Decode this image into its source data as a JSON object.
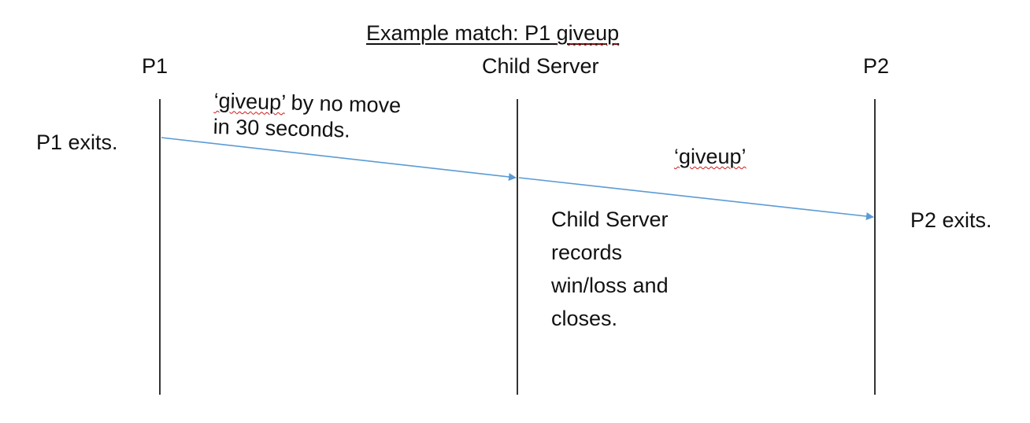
{
  "diagram": {
    "title_prefix": "Example match: P1 ",
    "title_flagged_word": "giveup",
    "lanes": [
      {
        "id": "p1",
        "label": "P1"
      },
      {
        "id": "server",
        "label": "Child Server"
      },
      {
        "id": "p2",
        "label": "P2"
      }
    ],
    "messages": [
      {
        "from": "p1",
        "to": "server",
        "label_flagged_word": "‘giveup’",
        "label_rest_line1": " by no move",
        "label_line2": "in 30 seconds."
      },
      {
        "from": "server",
        "to": "p2",
        "label_flagged_word": "‘giveup’"
      }
    ],
    "notes": {
      "p1_exit": "P1 exits.",
      "p2_exit": "P2 exits.",
      "server_lines": [
        "Child Server",
        "records",
        "win/loss and",
        "closes."
      ]
    },
    "colors": {
      "lifeline": "#000000",
      "arrow": "#5b9bd5",
      "spellcheck": "#d01818"
    }
  }
}
